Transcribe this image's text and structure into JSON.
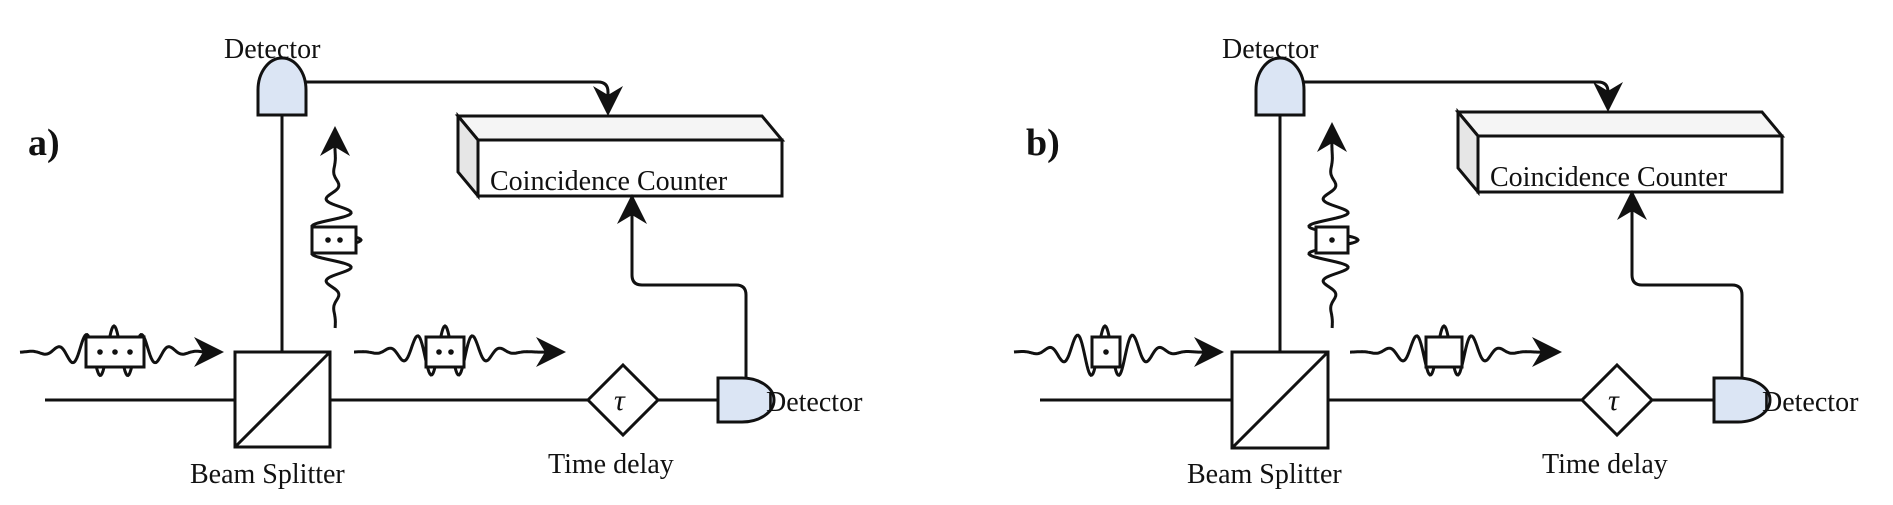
{
  "colors": {
    "stroke": "#111111",
    "detector_fill": "#dbe5f4",
    "counter_side": "#e6e6e6",
    "background": "#ffffff"
  },
  "panels": [
    {
      "id": "a",
      "label": "a)",
      "detector_top_label": "Detector",
      "detector_right_label": "Detector",
      "counter_label": "Coincidence Counter",
      "splitter_label": "Beam Splitter",
      "delay_symbol": "τ",
      "delay_label": "Time delay",
      "incoming_packet_dots": 3,
      "transmitted_packet_dots": 2,
      "reflected_packet_dots": 2
    },
    {
      "id": "b",
      "label": "b)",
      "detector_top_label": "Detector",
      "detector_right_label": "Detector",
      "counter_label": "Coincidence Counter",
      "splitter_label": "Beam Splitter",
      "delay_symbol": "τ",
      "delay_label": "Time delay",
      "incoming_packet_dots": 1,
      "transmitted_packet_dots": 0,
      "reflected_packet_dots": 1
    }
  ]
}
